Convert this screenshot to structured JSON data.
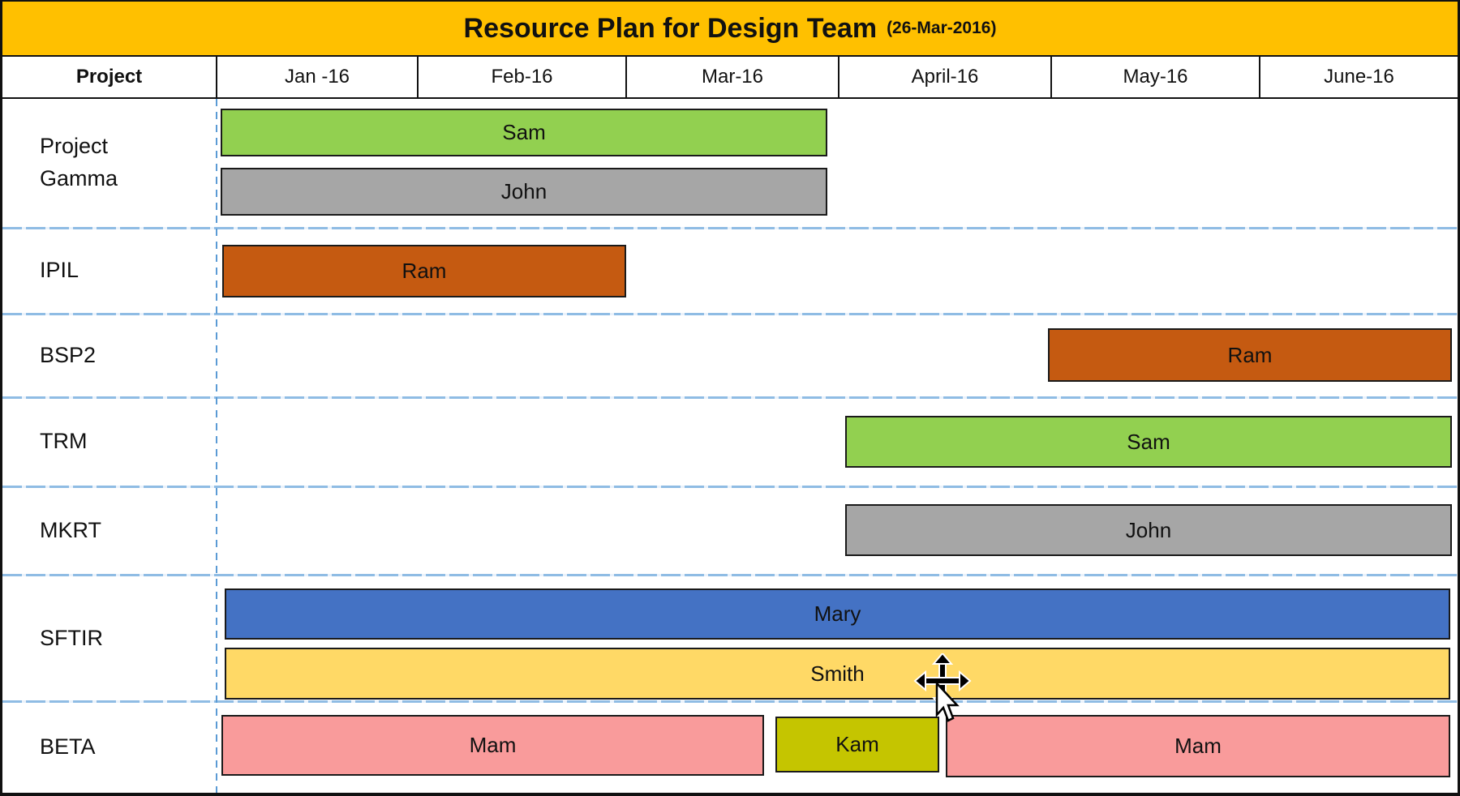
{
  "title": {
    "text": "Resource Plan for Design Team",
    "date": "(26-Mar-2016)"
  },
  "colors": {
    "title_band": "#FFC000",
    "sam_green": "#92D050",
    "john_gray": "#A6A6A6",
    "ram_orange": "#C55A11",
    "mary_blue": "#4472C4",
    "smith_yellow": "#FFD966",
    "mam_pink": "#F99B9B",
    "kam_olive": "#C5C500",
    "separator_blue": "#8FBCE4",
    "dashed_line_blue": "#5B9BD5"
  },
  "chart_data": {
    "type": "gantt",
    "title": "Resource Plan for Design Team",
    "as_of_date": "(26-Mar-2016)",
    "columns": [
      "Project",
      "Jan -16",
      "Feb-16",
      "Mar-16",
      "April-16",
      "May-16",
      "June-16"
    ],
    "legend_position": "none",
    "grid": "light-blue row separators, dashed blue column guide",
    "rows": [
      {
        "project": "Project Gamma",
        "bars": [
          {
            "label": "Sam",
            "color": "#92D050",
            "start": "Jan-16",
            "end": "Mar-16 end"
          },
          {
            "label": "John",
            "color": "#A6A6A6",
            "start": "Jan-16",
            "end": "Mar-16 end"
          }
        ]
      },
      {
        "project": "IPIL",
        "bars": [
          {
            "label": "Ram",
            "color": "#C55A11",
            "start": "Jan-16",
            "end": "Feb-16 end"
          }
        ]
      },
      {
        "project": "BSP2",
        "bars": [
          {
            "label": "Ram",
            "color": "#C55A11",
            "start": "May-16",
            "end": "June-16 end"
          }
        ]
      },
      {
        "project": "TRM",
        "bars": [
          {
            "label": "Sam",
            "color": "#92D050",
            "start": "April-16",
            "end": "June-16 end"
          }
        ]
      },
      {
        "project": "MKRT",
        "bars": [
          {
            "label": "John",
            "color": "#A6A6A6",
            "start": "April-16",
            "end": "June-16 end"
          }
        ]
      },
      {
        "project": "SFTIR",
        "bars": [
          {
            "label": "Mary",
            "color": "#4472C4",
            "start": "Jan-16",
            "end": "June-16 end"
          },
          {
            "label": "Smith",
            "color": "#FFD966",
            "start": "Jan-16",
            "end": "June-16 end"
          }
        ]
      },
      {
        "project": "BETA",
        "bars": [
          {
            "label": "Mam",
            "color": "#F99B9B",
            "start": "Jan-16",
            "end": "late Mar-16"
          },
          {
            "label": "Kam",
            "color": "#C5C500",
            "start": "late Mar-16",
            "end": "mid April-16"
          },
          {
            "label": "Mam",
            "color": "#F99B9B",
            "start": "mid April-16",
            "end": "June-16 end"
          }
        ]
      }
    ]
  },
  "cursor": {
    "name": "move-cursor-with-pointer"
  }
}
